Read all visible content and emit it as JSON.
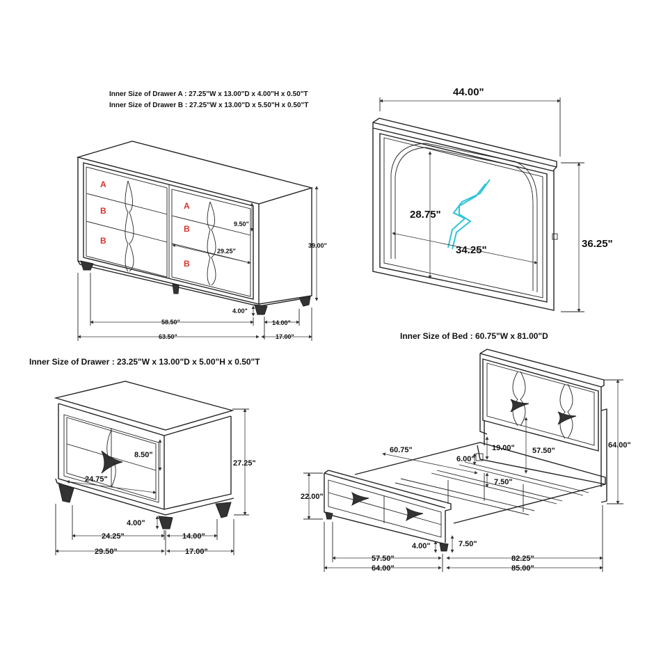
{
  "colors": {
    "line": "#222222",
    "drawer_letter": "#d9312a",
    "led": "#2ec4d6",
    "background": "#ffffff"
  },
  "dresser": {
    "inner_size_a": "Inner Size of Drawer A : 27.25\"W x 13.00\"D x 4.00\"H x 0.50\"T",
    "inner_size_b": "Inner Size of Drawer B : 27.25\"W x 13.00\"D x 5.50\"H x 0.50\"T",
    "drawer_letters": [
      "A",
      "B",
      "B",
      "A",
      "B",
      "B",
      "B"
    ],
    "dims": {
      "height": "39.00\"",
      "drawer_height": "9.50\"",
      "drawer_width": "29.25\"",
      "leg_height": "4.00\"",
      "inner_width": "58.50\"",
      "leg_depth": "14.00\"",
      "width": "63.50\"",
      "depth": "17.00\""
    }
  },
  "mirror": {
    "icon": "led-light-icon",
    "dims": {
      "width": "44.00\"",
      "height": "36.25\"",
      "inner_height": "28.75\"",
      "inner_width": "34.25\""
    }
  },
  "nightstand": {
    "inner_size": "Inner Size of Drawer : 23.25\"W x 13.00\"D x 5.00\"H x 0.50\"T",
    "dims": {
      "height": "27.25\"",
      "drawer_height": "8.50\"",
      "drawer_width": "24.75\"",
      "leg_height": "4.00\"",
      "inner_width": "24.25\"",
      "leg_depth": "14.00\"",
      "width": "29.50\"",
      "depth": "17.00\""
    }
  },
  "bed": {
    "inner_size": "Inner Size of Bed : 60.75\"W x 81.00\"D",
    "dims": {
      "inner_width": "60.75\"",
      "side_rail": "6.00\"",
      "rail_clearance": "19.00\"",
      "headboard_height_from_rail": "57.50\"",
      "headboard_height": "64.00\"",
      "slat_clearance": "7.50\"",
      "footboard_height": "22.00\"",
      "leg_height": "4.00\"",
      "leg_clearance": "7.50\"",
      "footboard_inner_width": "57.50\"",
      "length_inner": "82.25\"",
      "width": "64.00\"",
      "length": "85.00\""
    }
  }
}
